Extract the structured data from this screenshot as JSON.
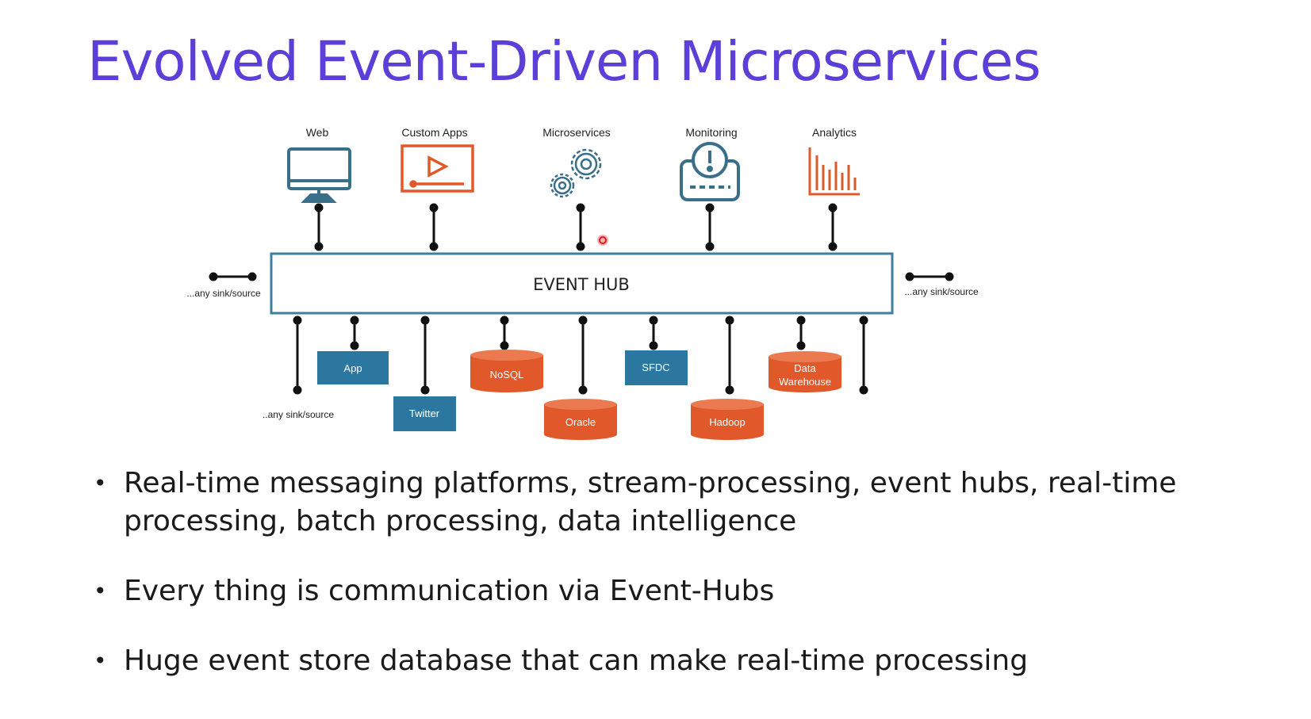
{
  "title": "Evolved Event-Driven Microservices",
  "diagram": {
    "top_labels": [
      "Web",
      "Custom Apps",
      "Microservices",
      "Monitoring",
      "Analytics"
    ],
    "hub_label": "EVENT HUB",
    "side_left": "...any sink/source",
    "side_right": "...any sink/source",
    "bottom_left_label": "..any sink/source",
    "bottom_boxes": {
      "app": "App",
      "twitter": "Twitter",
      "sfdc": "SFDC"
    },
    "bottom_dbs": {
      "nosql": "NoSQL",
      "oracle": "Oracle",
      "hadoop": "Hadoop",
      "dw_line1": "Data",
      "dw_line2": "Warehouse"
    },
    "colors": {
      "blue": "#2b77a0",
      "orange": "#e1582a",
      "icon_blue": "#3a6f8a",
      "hub_border": "#3e7f9e",
      "title": "#5b3fd8"
    }
  },
  "bullets": [
    "Real-time messaging platforms, stream-processing, event hubs, real-time processing, batch processing, data intelligence",
    "Every thing is communication via Event-Hubs",
    "Huge event store database that can make real-time processing"
  ]
}
